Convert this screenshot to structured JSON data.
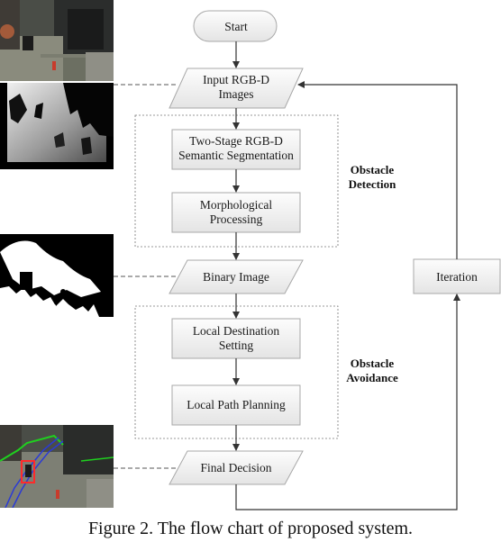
{
  "diagram": {
    "start": "Start",
    "input": [
      "Input RGB-D",
      "Images"
    ],
    "segmentation": [
      "Two-Stage RGB-D",
      "Semantic Segmentation"
    ],
    "morphological": [
      "Morphological",
      "Processing"
    ],
    "binary": "Binary Image",
    "local_destination": [
      "Local Destination",
      "Setting"
    ],
    "local_path": "Local Path Planning",
    "final": "Final Decision",
    "iteration": "Iteration",
    "obstacle_detection": [
      "Obstacle",
      "Detection"
    ],
    "obstacle_avoidance": [
      "Obstacle",
      "Avoidance"
    ]
  },
  "caption": "Figure 2. The flow chart of proposed system.",
  "colors": {
    "box_fill_top": "#fdfdfd",
    "box_fill_bottom": "#e4e4e4",
    "box_stroke": "#a8a8a8",
    "arrow": "#333333",
    "dashed": "#555555",
    "trajectory": "#2a3ad6",
    "obstacle_outline": "#ff2a2a",
    "green_edge": "#1fd01f"
  }
}
